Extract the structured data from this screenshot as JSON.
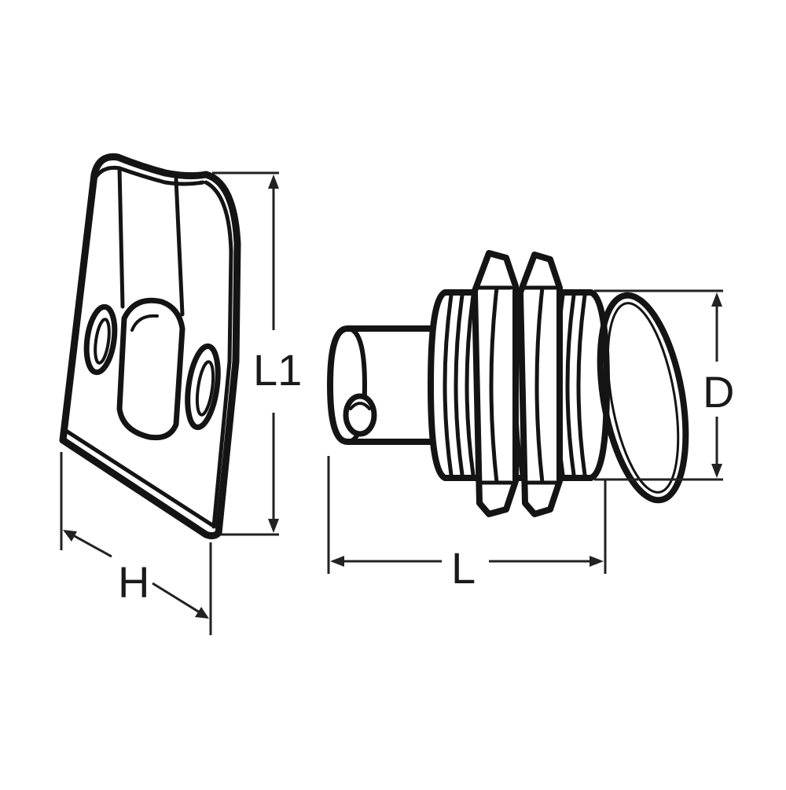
{
  "labels": {
    "plate_height": "L1",
    "plate_width": "H",
    "pin_length": "L",
    "thread_diameter": "D"
  },
  "colors": {
    "ink": "#141414",
    "background": "#ffffff"
  }
}
